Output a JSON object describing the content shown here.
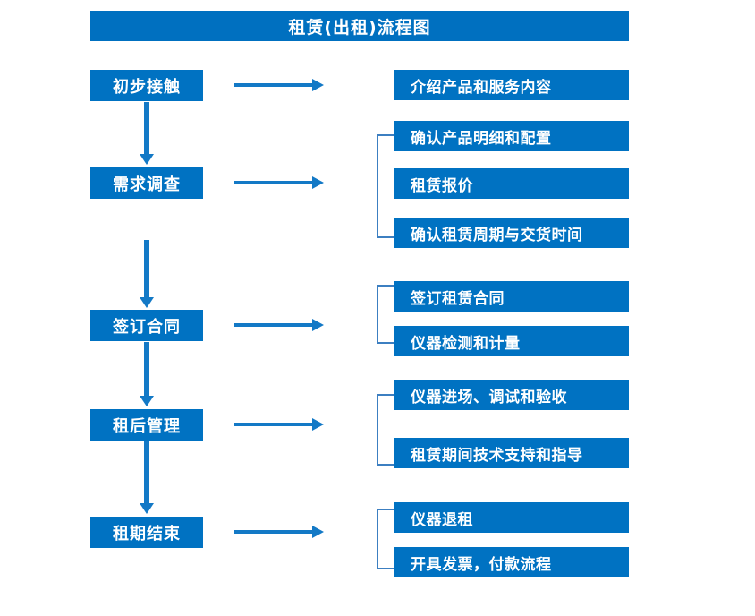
{
  "chart_data": {
    "type": "diagram",
    "diagram_type": "flowchart",
    "title": "租赁(出租)流程图",
    "orientation": "vertical-stages-with-horizontal-tasks",
    "colors": {
      "box_fill": "#0072C2",
      "title_fill": "#0070C0",
      "arrow": "#1379C6",
      "bracket": "#3C7FC1",
      "text": "#FFFFFF",
      "background": "#FFFFFF"
    },
    "stages": [
      {
        "id": "stage-1",
        "label": "初步接触",
        "tasks": [
          "介绍产品和服务内容"
        ],
        "bracketed": false
      },
      {
        "id": "stage-2",
        "label": "需求调查",
        "tasks": [
          "确认产品明细和配置",
          "租赁报价",
          "确认租赁周期与交货时间"
        ],
        "bracketed": true
      },
      {
        "id": "stage-3",
        "label": "签订合同",
        "tasks": [
          "签订租赁合同",
          "仪器检测和计量"
        ],
        "bracketed": true
      },
      {
        "id": "stage-4",
        "label": "租后管理",
        "tasks": [
          "仪器进场、调试和验收",
          "租赁期间技术支持和指导"
        ],
        "bracketed": true
      },
      {
        "id": "stage-5",
        "label": "租期结束",
        "tasks": [
          "仪器退租",
          "开具发票，付款流程"
        ],
        "bracketed": true
      }
    ]
  },
  "title": {
    "text": "租赁(出租)流程图"
  },
  "stages": [
    {
      "label": "初步接触"
    },
    {
      "label": "需求调查"
    },
    {
      "label": "签订合同"
    },
    {
      "label": "租后管理"
    },
    {
      "label": "租期结束"
    }
  ],
  "tasks": [
    {
      "label": "介绍产品和服务内容"
    },
    {
      "label": "确认产品明细和配置"
    },
    {
      "label": "租赁报价"
    },
    {
      "label": "确认租赁周期与交货时间"
    },
    {
      "label": "签订租赁合同"
    },
    {
      "label": "仪器检测和计量"
    },
    {
      "label": "仪器进场、调试和验收"
    },
    {
      "label": "租赁期间技术支持和指导"
    },
    {
      "label": "仪器退租"
    },
    {
      "label": "开具发票，付款流程"
    }
  ]
}
